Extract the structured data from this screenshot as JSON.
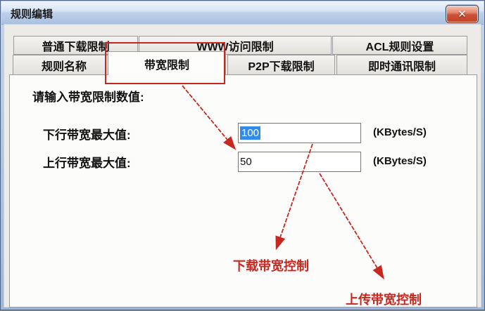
{
  "window": {
    "title": "规则编辑",
    "close_icon": "✕"
  },
  "tabs": {
    "row1": [
      {
        "label": "普通下载限制"
      },
      {
        "label": "WWW访问限制"
      },
      {
        "label": "ACL规则设置"
      }
    ],
    "row2": [
      {
        "label": "规则名称"
      },
      {
        "label": "带宽限制",
        "active": true
      },
      {
        "label": "P2P下载限制"
      },
      {
        "label": "即时通讯限制"
      }
    ]
  },
  "form": {
    "prompt": "请输入带宽限制数值:",
    "fields": [
      {
        "label": "下行带宽最大值:",
        "value": "100",
        "unit": "(KBytes/S)",
        "selected": true
      },
      {
        "label": "上行带宽最大值:",
        "value": "50",
        "unit": "(KBytes/S)",
        "selected": false
      }
    ]
  },
  "annotations": {
    "download_label": "下载带宽控制",
    "upload_label": "上传带宽控制",
    "color": "#c8271f"
  },
  "colors": {
    "selection_blue": "#2f8cea",
    "titlebar_blue": "#bdd0ea",
    "close_red": "#c04328",
    "client_gray": "#edebe7",
    "panel_white": "#fcfcfb"
  }
}
